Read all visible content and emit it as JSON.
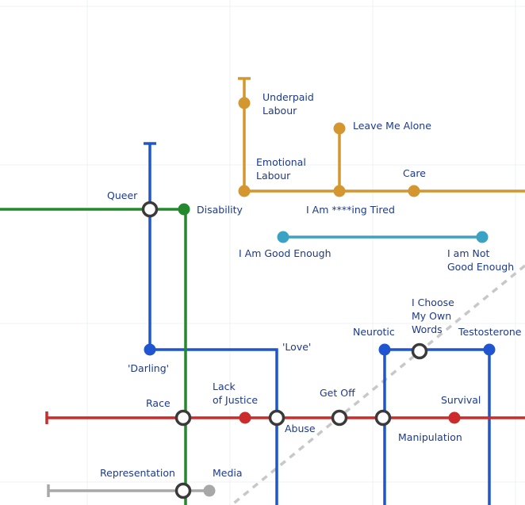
{
  "colors": {
    "orange": "#d4962e",
    "blue": "#1f55cf",
    "green": "#24882d",
    "red": "#cc2b2b",
    "teal": "#3aa2c4",
    "grey": "#a8a8a8",
    "dashed": "#c8c8c8",
    "text": "#1d3a8c",
    "interchange": "#3a3a3a",
    "grid": "#eef2f6"
  },
  "stations": {
    "underpaid_labour": [
      "Underpaid",
      "Labour"
    ],
    "leave_me_alone": "Leave Me Alone",
    "emotional_labour": [
      "Emotional",
      "Labour"
    ],
    "care": "Care",
    "i_am_tired": "I Am ****ing Tired",
    "queer": "Queer",
    "disability": "Disability",
    "good_enough": "I Am Good Enough",
    "not_good_enough": [
      "I am Not",
      "Good Enough"
    ],
    "choose_words": [
      "I Choose",
      "My Own",
      "Words"
    ],
    "neurotic": "Neurotic",
    "testosterone": "Testosterone",
    "love": "'Love'",
    "darling": "'Darling'",
    "lack_of_justice": [
      "Lack",
      "of Justice"
    ],
    "get_off": "Get Off",
    "survival": "Survival",
    "race": "Race",
    "abuse": "Abuse",
    "manipulation": "Manipulation",
    "representation": "Representation",
    "media": "Media"
  }
}
